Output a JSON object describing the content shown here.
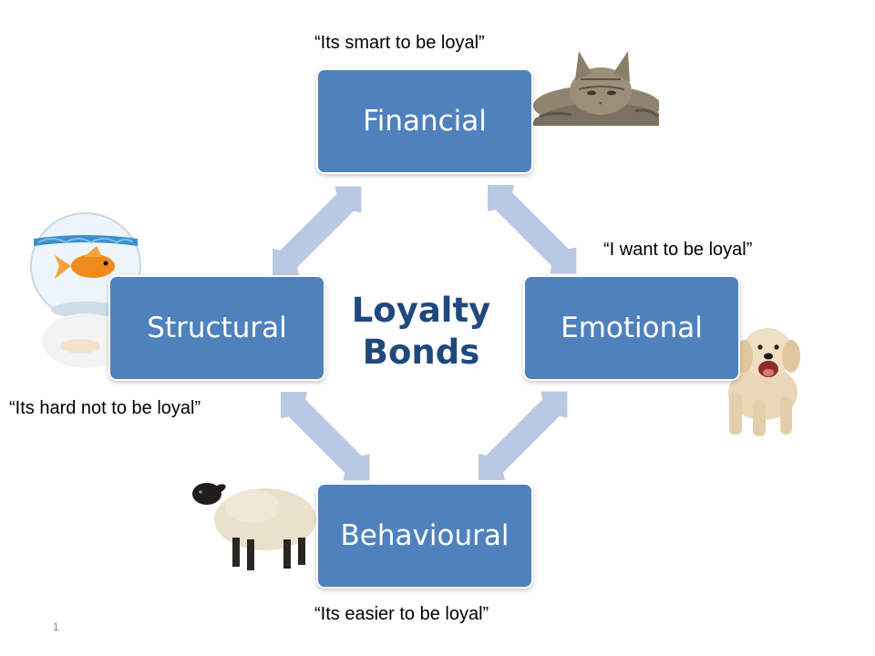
{
  "center": {
    "line1": "Loyalty",
    "line2": "Bonds"
  },
  "nodes": {
    "financial": "Financial",
    "structural": "Structural",
    "emotional": "Emotional",
    "behavioural": "Behavioural"
  },
  "quotes": {
    "financial": "“Its smart to be loyal”",
    "emotional": "“I want to be loyal”",
    "structural": "“Its hard not to be loyal”",
    "behavioural": "“Its easier to be loyal”"
  },
  "page_number": "1",
  "colors": {
    "box_fill": "#4f81bd",
    "arrow_fill": "#b9c9e3",
    "title_color": "#1f497d"
  },
  "images": {
    "financial": "cat-photo",
    "structural": "goldfish-bowl-photo",
    "emotional": "puppy-photo",
    "behavioural": "sheep-photo"
  }
}
